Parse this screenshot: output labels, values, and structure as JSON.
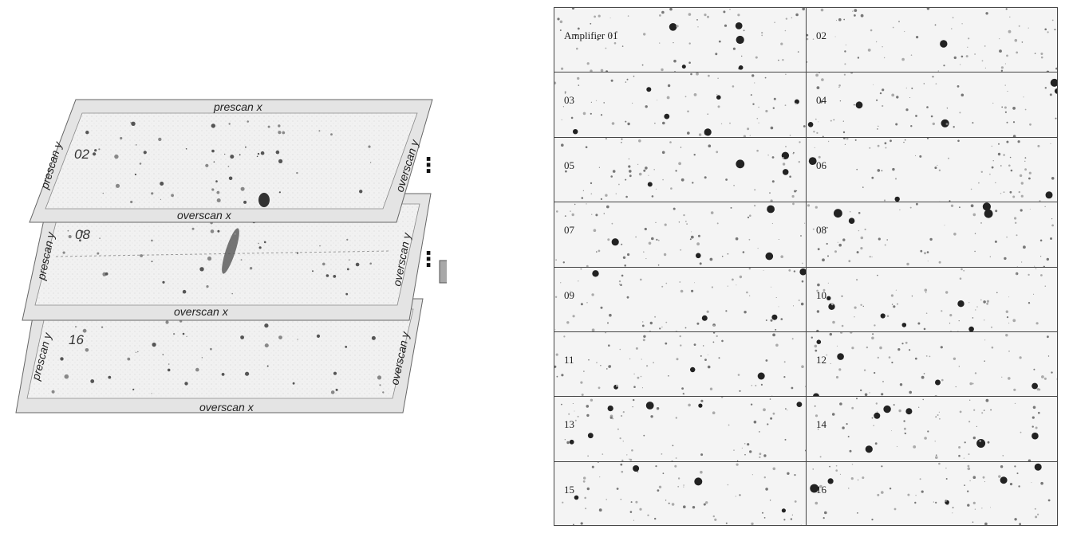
{
  "frames": [
    {
      "amp_label": "02",
      "prescan_x": "prescan x",
      "prescan_y": "prescan y",
      "overscan_x": "overscan x",
      "overscan_y": "overscan y"
    },
    {
      "amp_label": "08",
      "prescan_y": "prescan y",
      "overscan_x": "overscan x",
      "overscan_y": "overscan y"
    },
    {
      "amp_label": "16",
      "prescan_y": "prescan y",
      "overscan_x": "overscan x",
      "overscan_y": "overscan y"
    }
  ],
  "ellipsis": "⋮",
  "grid_labels": [
    "Amplifier 01",
    "02",
    "03",
    "04",
    "05",
    "06",
    "07",
    "08",
    "09",
    "10",
    "11",
    "12",
    "13",
    "14",
    "15",
    "16"
  ],
  "colors": {
    "panel": "#e6e6e6",
    "image_bg": "#f0f0f0",
    "arrow_fill": "#a8a8a8",
    "border": "#444444",
    "underline": "#d04040"
  }
}
